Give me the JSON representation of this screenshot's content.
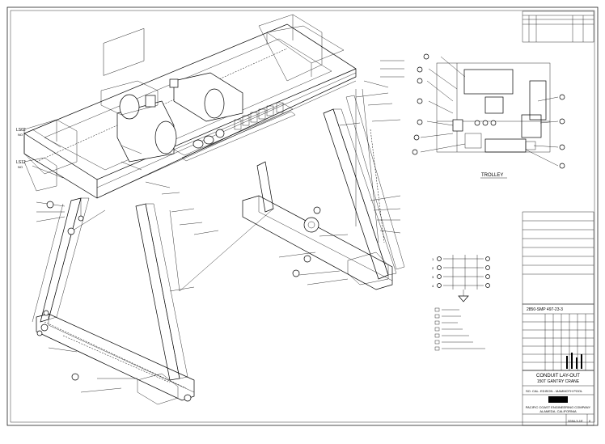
{
  "labels": {
    "ls02": "LS02",
    "ls02_sub": "NO",
    "ls12": "LS12",
    "ls12_sub": "NO",
    "trolley": "TROLLEY"
  },
  "title_block": {
    "drawing_number_ref": "2850-SMP 497-23-3",
    "drawing_title_line1": "CONDUIT LAY-OUT",
    "drawing_title_line2": "150T GANTRY CRANE",
    "project": "SO. CAL. EDISON - MAMMOTH POOL",
    "company_line1": "PACIFIC COAST ENGINEERING COMPANY",
    "company_line2": "ALAMEDA, CALIFORNIA",
    "sheet_number": "3284-3-1E",
    "revision": "0"
  },
  "legend": {
    "wire_rows": [
      "1",
      "2",
      "3",
      "4"
    ]
  },
  "colors": {
    "ink": "#000000",
    "paper": "#ffffff"
  }
}
